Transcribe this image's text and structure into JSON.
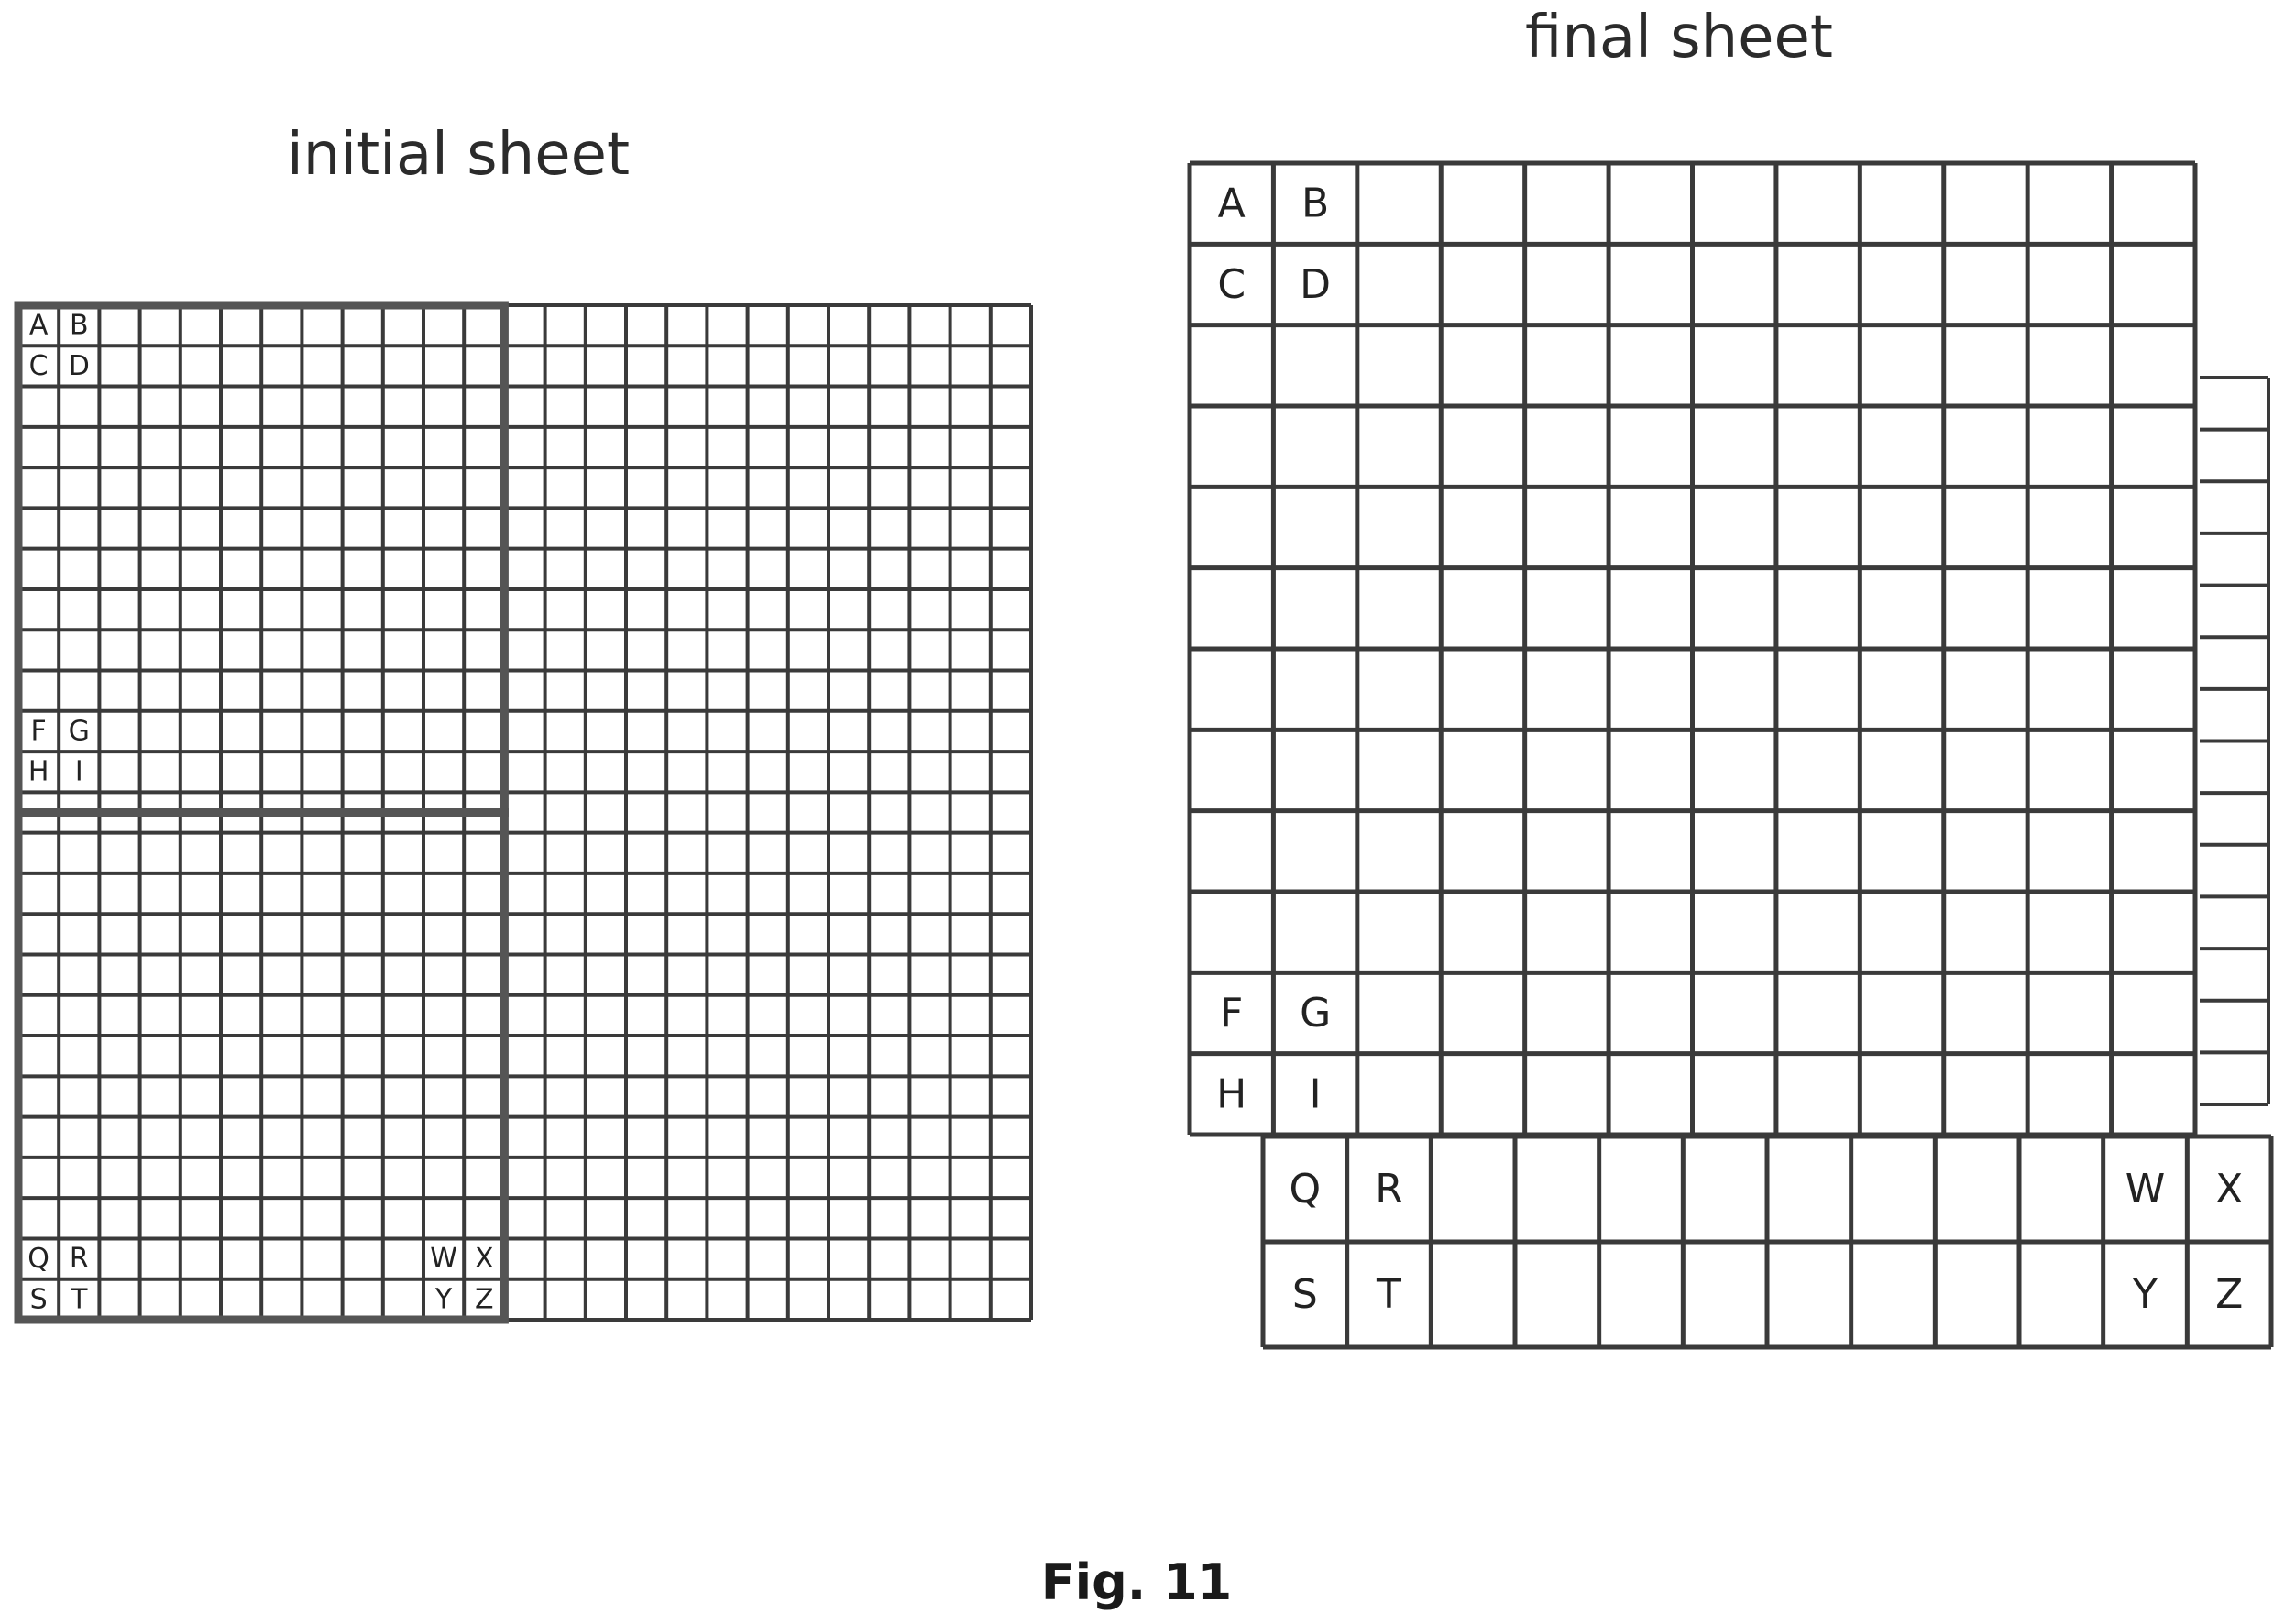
{
  "titles": {
    "initial": "initial sheet",
    "final": "final sheet"
  },
  "caption": "Fig. 11",
  "initial_sheet": {
    "grid_columns": 25,
    "grid_rows": 25,
    "outlined_blocks": 2,
    "cell_labels": [
      "A",
      "B",
      "C",
      "D",
      "F",
      "G",
      "H",
      "I",
      "Q",
      "R",
      "W",
      "X",
      "S",
      "T",
      "Y",
      "Z"
    ]
  },
  "final_sheet": {
    "upper_block": {
      "columns": 12,
      "rows": 12,
      "labels": [
        "A",
        "B",
        "C",
        "D",
        "F",
        "G",
        "H",
        "I"
      ]
    },
    "lower_strip": {
      "columns": 12,
      "rows": 2,
      "labels": [
        "Q",
        "R",
        "W",
        "X",
        "S",
        "T",
        "Y",
        "Z"
      ]
    }
  },
  "colors": {
    "line": "#3a3a3a",
    "background": "#ffffff",
    "thick_outline": "#555555"
  }
}
